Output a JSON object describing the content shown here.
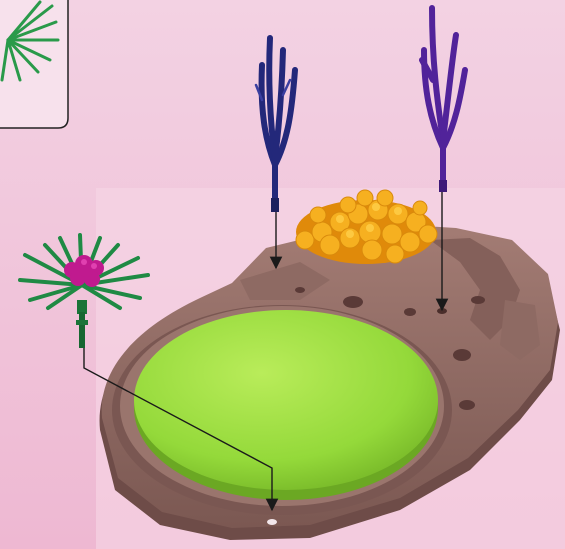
{
  "scene": {
    "description_visible_text": [],
    "colors": {
      "background_top": "#f2cde0",
      "background_bottom": "#eeb9d3",
      "panel": "#f7dbe8",
      "rock_top": "#96706a",
      "rock_side": "#6f4e4b",
      "lawn": "#9ee03c",
      "lawn_highlight": "#c6f06a",
      "stem_green": "#1d7a3c",
      "needle_green": "#2aa24e",
      "flower_magenta": "#c0188e",
      "coral_navy": "#2c2f86",
      "coral_purple": "#5a2a98",
      "sponge_orange": "#f2a415",
      "sponge_yellow": "#ffc93a",
      "arrow": "#1a1a1a"
    },
    "parts": [
      {
        "name": "purple-plant-left",
        "icon": "coral-plant-icon"
      },
      {
        "name": "purple-plant-right",
        "icon": "coral-plant-icon"
      },
      {
        "name": "magenta-flower",
        "icon": "flower-icon"
      },
      {
        "name": "orange-sponge",
        "icon": "sponge-icon"
      }
    ]
  }
}
